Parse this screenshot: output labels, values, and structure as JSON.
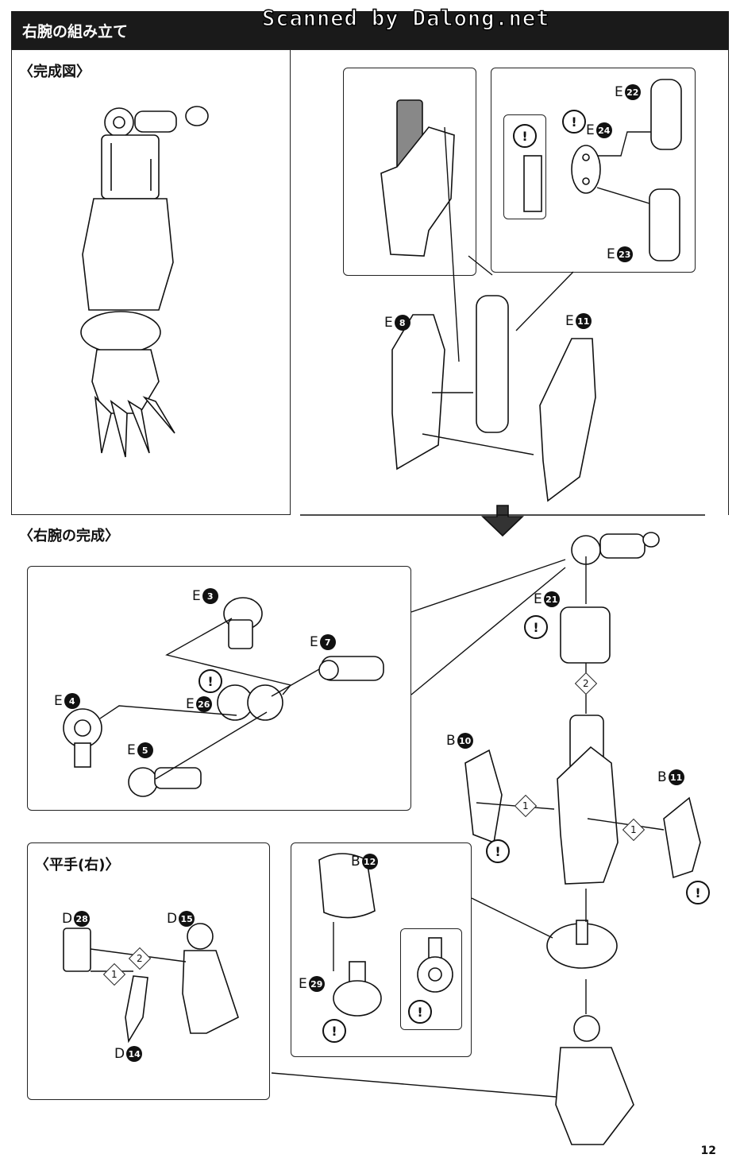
{
  "header": {
    "title": "右腕の組み立て",
    "watermark": "Scanned by Dalong.net"
  },
  "sections": {
    "complete": "〈完成図〉",
    "arm_complete": "〈右腕の完成〉",
    "flat_hand": "〈平手(右)〉"
  },
  "parts": {
    "e22": {
      "letter": "E",
      "num": "22"
    },
    "e24": {
      "letter": "E",
      "num": "24"
    },
    "e23": {
      "letter": "E",
      "num": "23"
    },
    "e8": {
      "letter": "E",
      "num": "8"
    },
    "e11": {
      "letter": "E",
      "num": "11"
    },
    "e3": {
      "letter": "E",
      "num": "3"
    },
    "e7": {
      "letter": "E",
      "num": "7"
    },
    "e26": {
      "letter": "E",
      "num": "26"
    },
    "e4": {
      "letter": "E",
      "num": "4"
    },
    "e5": {
      "letter": "E",
      "num": "5"
    },
    "e21": {
      "letter": "E",
      "num": "21"
    },
    "b10": {
      "letter": "B",
      "num": "10"
    },
    "b11": {
      "letter": "B",
      "num": "11"
    },
    "b12": {
      "letter": "B",
      "num": "12"
    },
    "e29": {
      "letter": "E",
      "num": "29"
    },
    "d28": {
      "letter": "D",
      "num": "28"
    },
    "d15": {
      "letter": "D",
      "num": "15"
    },
    "d14": {
      "letter": "D",
      "num": "14"
    }
  },
  "steps": {
    "one": "1",
    "two": "2"
  },
  "warning_symbol": "!",
  "page_number": "12"
}
